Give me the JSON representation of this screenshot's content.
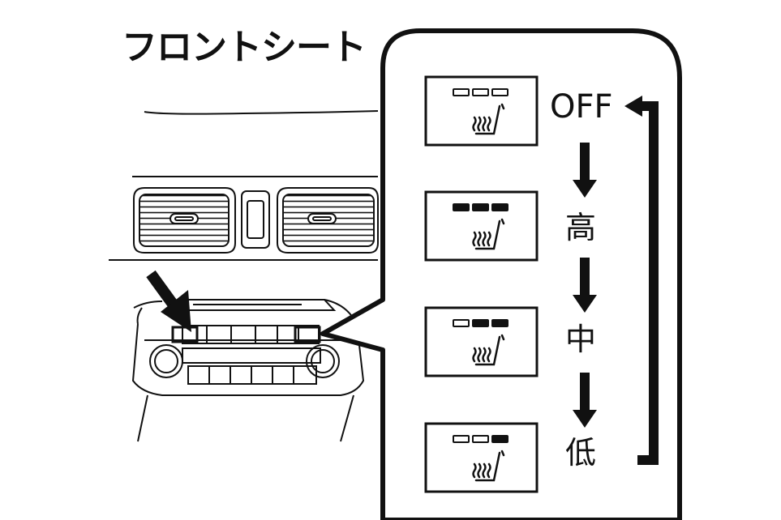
{
  "title": "フロントシート",
  "colors": {
    "line": "#111111",
    "background": "#ffffff"
  },
  "icons": {
    "panel": "seat-heater-icon",
    "pointer": "pointer-arrow-icon"
  },
  "levels": [
    {
      "label": "OFF",
      "indicators_lit": 0
    },
    {
      "label": "高",
      "indicators_lit": 3
    },
    {
      "label": "中",
      "indicators_lit": 2
    },
    {
      "label": "低",
      "indicators_lit": 1
    }
  ]
}
